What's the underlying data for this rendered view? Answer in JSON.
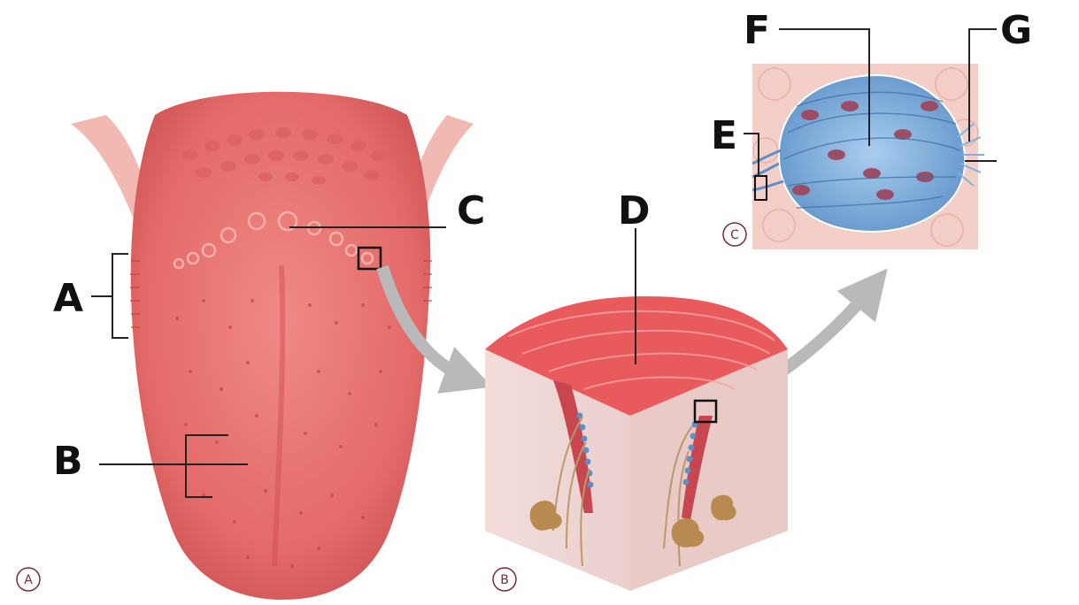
{
  "panels": {
    "a": {
      "tag": "A"
    },
    "b": {
      "tag": "B"
    },
    "c": {
      "tag": "C"
    }
  },
  "labels": {
    "a": "A",
    "b": "B",
    "c": "C",
    "d": "D",
    "e": "E",
    "f": "F",
    "g": "G"
  },
  "colors": {
    "tongue": "#e7716f",
    "tongue_dark": "#cf4b4f",
    "papilla_surface": "#e95a5c",
    "tissue": "#f1d8d6",
    "taste_bud_cell": "#7fb2e3",
    "nerve": "#b89a6a",
    "arrow": "#b9b9b9"
  }
}
